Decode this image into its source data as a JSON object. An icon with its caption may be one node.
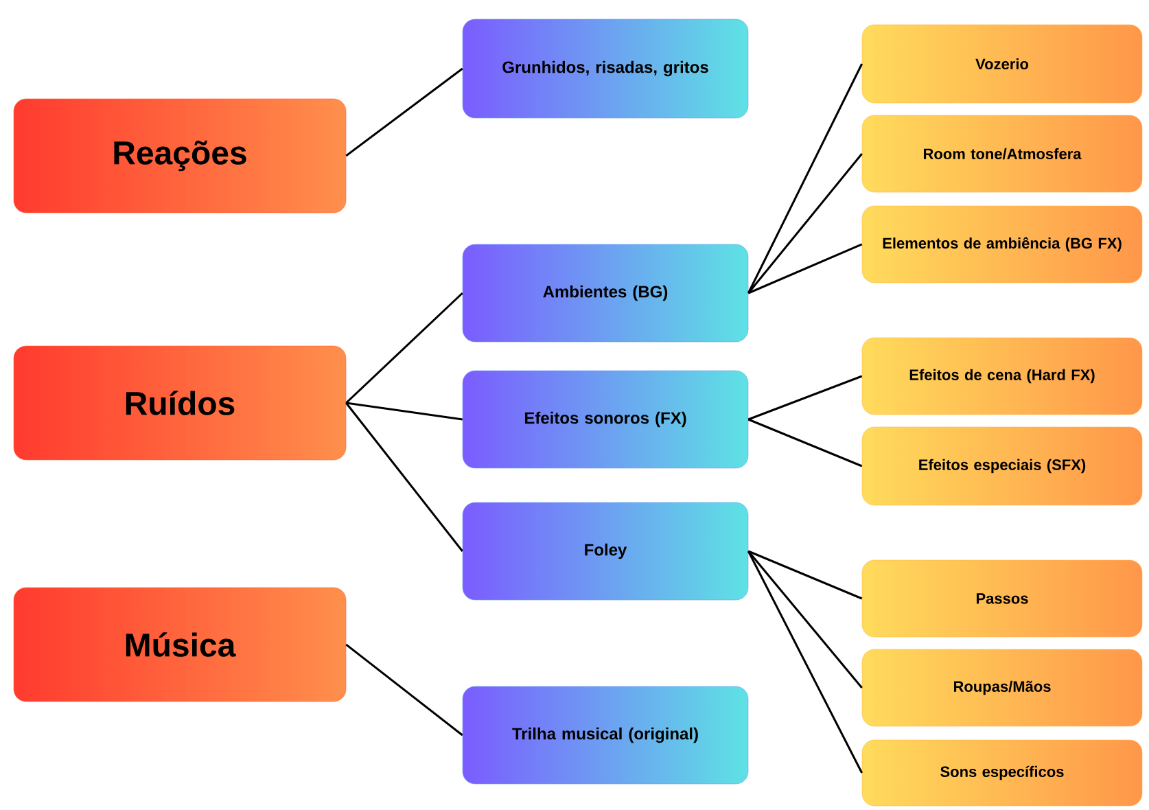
{
  "diagram": {
    "nodes": [
      {
        "text": [
          "Reações"
        ]
      },
      {
        "text": [
          "Ruídos"
        ]
      },
      {
        "text": [
          "Música"
        ]
      },
      {
        "text": [
          "Grunhidos, risadas, gritos"
        ]
      },
      {
        "text": [
          "Ambientes (BG)"
        ]
      },
      {
        "text": [
          "Efeitos sonoros (FX)"
        ]
      },
      {
        "text": [
          "Foley"
        ]
      },
      {
        "text": [
          "Trilha musical (original)"
        ]
      },
      {
        "text": [
          "Vozerio"
        ]
      },
      {
        "text": [
          "Room tone/Atmosfera"
        ]
      },
      {
        "text": [
          "Elementos de ambiência (BG FX)"
        ]
      },
      {
        "text": [
          "Efeitos de cena (Hard FX)"
        ]
      },
      {
        "text": [
          "Efeitos especiais (SFX)"
        ]
      },
      {
        "text": [
          "Passos"
        ]
      },
      {
        "text": [
          "Roupas/Mãos"
        ]
      },
      {
        "text": [
          "Sons específicos"
        ]
      }
    ],
    "edges": [
      {
        "from": 0,
        "to": 3,
        "arrow": "none"
      },
      {
        "from": 1,
        "to": 4,
        "arrow": "none"
      },
      {
        "from": 1,
        "to": 5,
        "arrow": "none"
      },
      {
        "from": 1,
        "to": 6,
        "arrow": "none"
      },
      {
        "from": 2,
        "to": 7,
        "arrow": "none"
      },
      {
        "from": 4,
        "to": 8,
        "arrow": "none"
      },
      {
        "from": 4,
        "to": 9,
        "arrow": "none"
      },
      {
        "from": 4,
        "to": 10,
        "arrow": "none"
      },
      {
        "from": 5,
        "to": 11,
        "arrow": "none"
      },
      {
        "from": 5,
        "to": 12,
        "arrow": "none"
      },
      {
        "from": 6,
        "to": 13,
        "arrow": "none"
      },
      {
        "from": 6,
        "to": 14,
        "arrow": "none"
      },
      {
        "from": 6,
        "to": 15,
        "arrow": "none"
      }
    ]
  }
}
